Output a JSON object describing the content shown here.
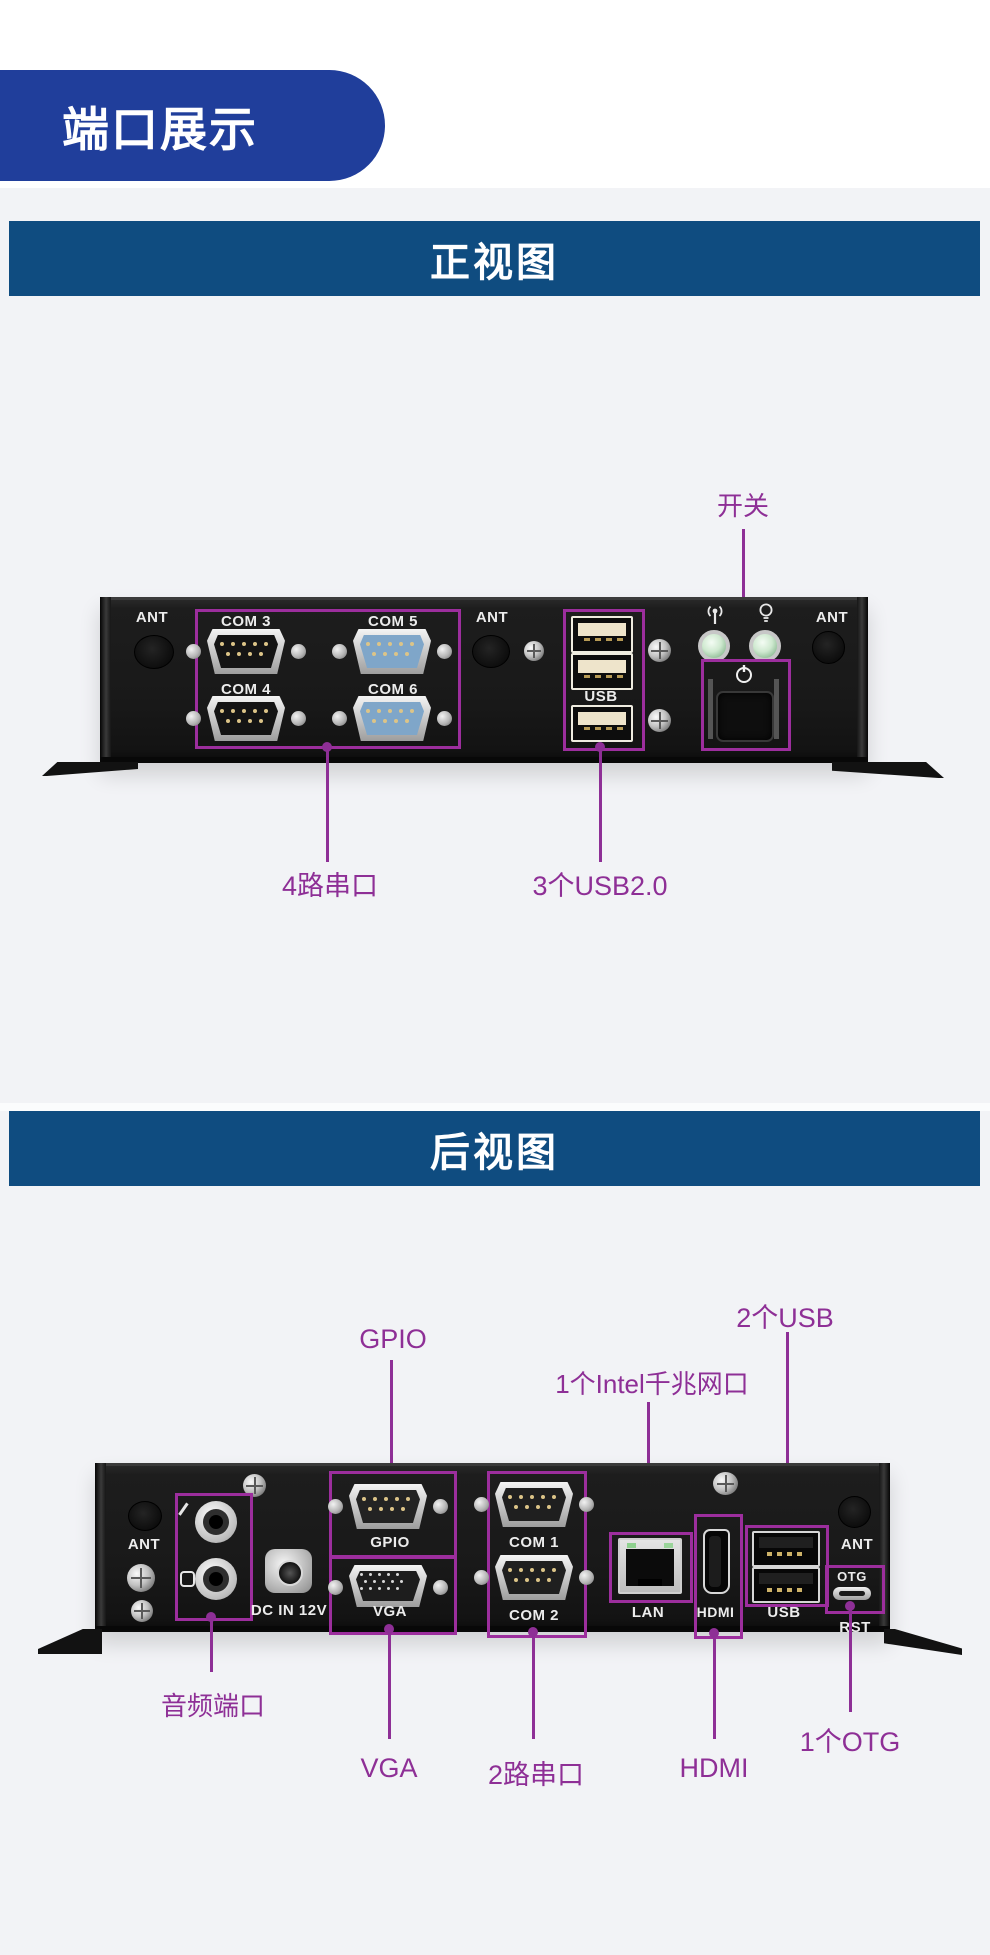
{
  "colors": {
    "pill_blue": "#203e9b",
    "bar_navy": "#0f4c80",
    "section_gray": "#f2f3f6",
    "annotation_purple": "#8e2f96",
    "callout_box_purple": "#9c2e9d"
  },
  "icons": {
    "wireless_led": "antenna-signal-icon",
    "power_led": "bulb-icon",
    "power_symbol": "power-icon",
    "headphone_jack_mark": "headphone-plug-icon",
    "mic_jack_mark": "mic-icon"
  },
  "header": {
    "title": "端口展示"
  },
  "front": {
    "title": "正视图",
    "ant_left": "ANT",
    "ant_mid": "ANT",
    "ant_right": "ANT",
    "com3": "COM 3",
    "com5": "COM 5",
    "com4": "COM 4",
    "com6": "COM 6",
    "usb": "USB",
    "ann_switch": "开关",
    "ann_serial": "4路串口",
    "ann_usb": "3个USB2.0"
  },
  "rear": {
    "title": "后视图",
    "ant_left": "ANT",
    "ant_right": "ANT",
    "dc": "DC IN 12V",
    "gpio": "GPIO",
    "vga": "VGA",
    "com1": "COM 1",
    "com2": "COM 2",
    "lan": "LAN",
    "hdmi": "HDMI",
    "usb": "USB",
    "otg": "OTG",
    "rst": "RST",
    "ann_gpio": "GPIO",
    "ann_lan": "1个Intel千兆网口",
    "ann_usb": "2个USB",
    "ann_audio": "音频端口",
    "ann_vga": "VGA",
    "ann_serial": "2路串口",
    "ann_hdmi": "HDMI",
    "ann_otg": "1个OTG"
  }
}
